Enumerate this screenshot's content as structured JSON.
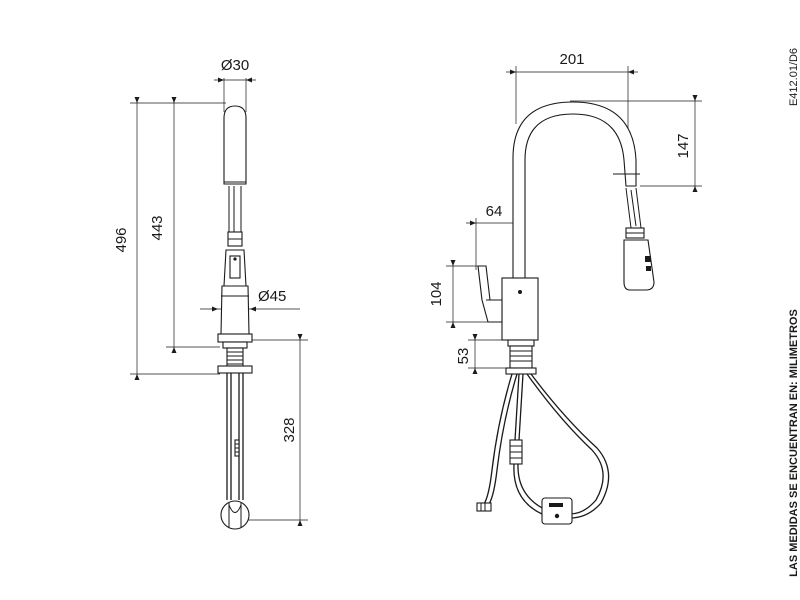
{
  "dimensions": {
    "front_body_diameter": "Ø30",
    "front_base_diameter": "Ø45",
    "front_total_height": "496",
    "front_spout_height": "443",
    "front_below_deck": "328",
    "side_reach": "201",
    "side_spray_drop": "147",
    "side_lever_offset": "64",
    "side_lever_height": "104",
    "side_base_height": "53"
  },
  "labels": {
    "drawing_code": "E412.01/D6",
    "units_note": "LAS MEDIDAS SE ENCUENTRAN EN: MILIMETROS"
  },
  "colors": {
    "line": "#1a1a1a",
    "background": "#ffffff"
  }
}
